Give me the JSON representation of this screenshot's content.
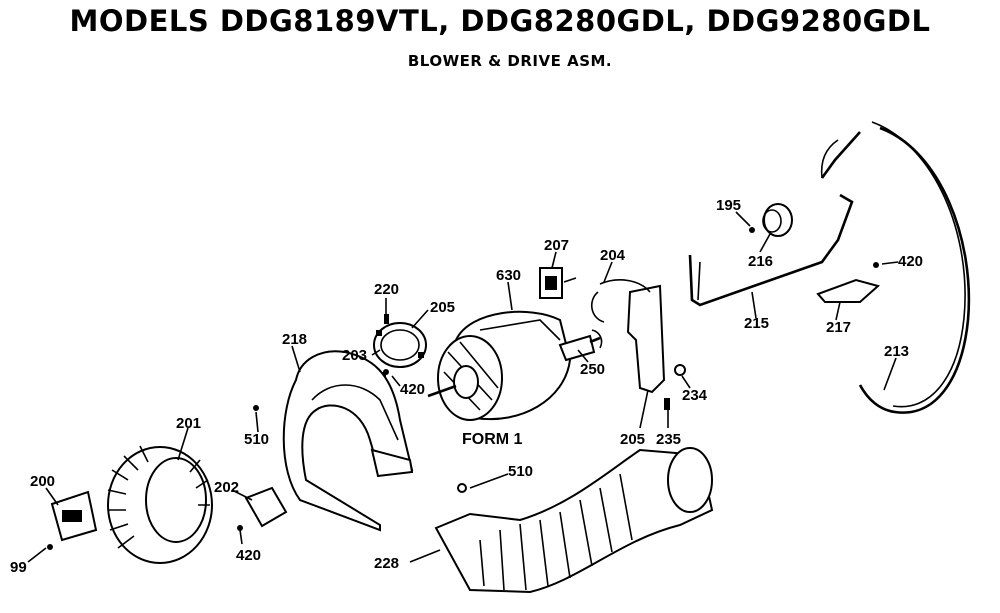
{
  "title": "MODELS DDG8189VTL, DDG8280GDL, DDG9280GDL",
  "subtitle": "BLOWER & DRIVE ASM.",
  "form_label": "FORM 1",
  "callouts": {
    "c99": "99",
    "c200": "200",
    "c201": "201",
    "c202": "202",
    "c420a": "420",
    "c510a": "510",
    "c218": "218",
    "c220": "220",
    "c205": "205",
    "c203": "203",
    "c420b": "420",
    "c630": "630",
    "c207": "207",
    "c204": "204",
    "c250": "250",
    "c234": "234",
    "c205b": "205",
    "c235": "235",
    "c510b": "510",
    "c228": "228",
    "c195": "195",
    "c216": "216",
    "c215": "215",
    "c420c": "420",
    "c217": "217",
    "c213": "213"
  }
}
